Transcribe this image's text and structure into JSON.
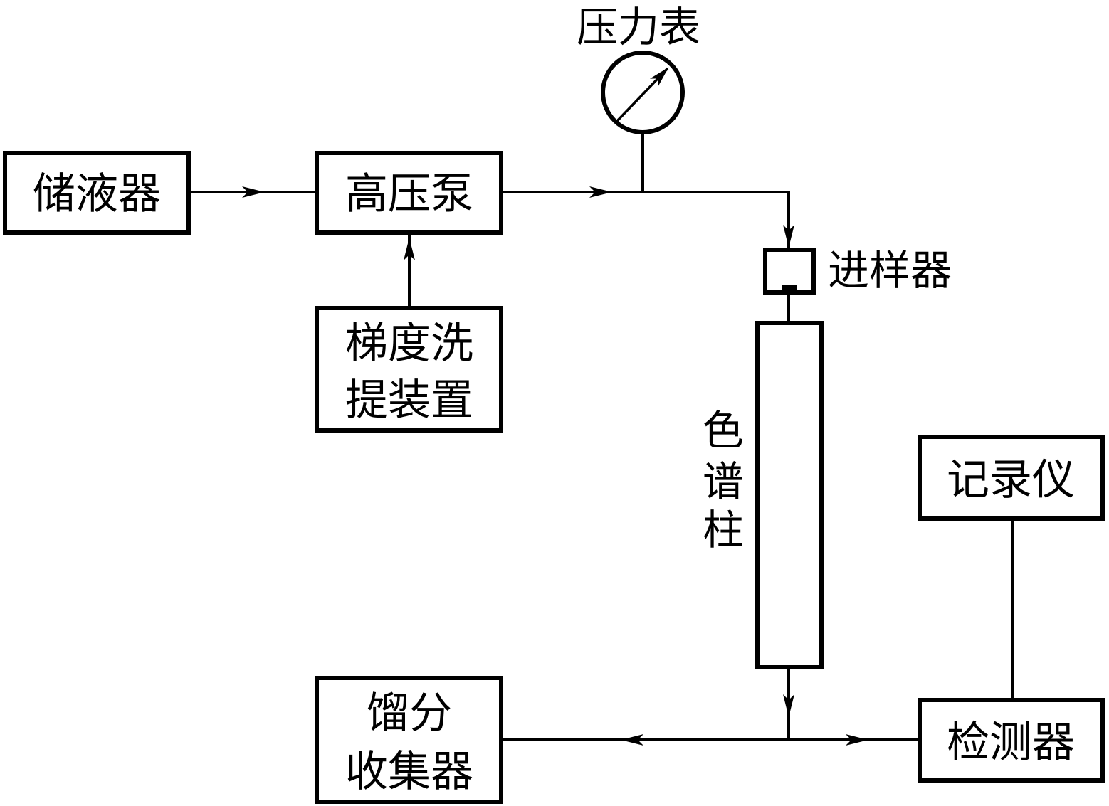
{
  "diagram": {
    "title": "高效液相色谱仪结构流程示意图",
    "colors": {
      "stroke": "#000000",
      "background": "#ffffff",
      "text": "#000000"
    },
    "components": {
      "reservoir": {
        "label_lines": [
          "储液器"
        ]
      },
      "pump": {
        "label_lines": [
          "高压泵"
        ]
      },
      "gradient": {
        "label_lines": [
          "梯度洗",
          "提装置"
        ]
      },
      "gauge": {
        "label": "压力表",
        "icon": "pressure-gauge-icon"
      },
      "injector": {
        "label": "进样器"
      },
      "column": {
        "label_chars": [
          "色",
          "谱",
          "柱"
        ]
      },
      "recorder": {
        "label_lines": [
          "记录仪"
        ]
      },
      "detector": {
        "label_lines": [
          "检测器"
        ]
      },
      "collector": {
        "label_lines": [
          "馏分",
          "收集器"
        ]
      }
    },
    "connections": [
      {
        "from": "储液器",
        "to": "高压泵",
        "arrow": true
      },
      {
        "from": "梯度洗提装置",
        "to": "高压泵",
        "arrow": true
      },
      {
        "from": "高压泵",
        "to": "进样器",
        "arrow": true
      },
      {
        "from": "压力表",
        "to": "高压泵出口管路",
        "arrow": false
      },
      {
        "from": "进样器",
        "to": "色谱柱",
        "arrow": false
      },
      {
        "from": "色谱柱",
        "to": "分流点",
        "arrow": true
      },
      {
        "from": "分流点",
        "to": "检测器",
        "arrow": true
      },
      {
        "from": "分流点",
        "to": "馏分收集器",
        "arrow": true
      },
      {
        "from": "检测器",
        "to": "记录仪",
        "arrow": false
      }
    ]
  }
}
